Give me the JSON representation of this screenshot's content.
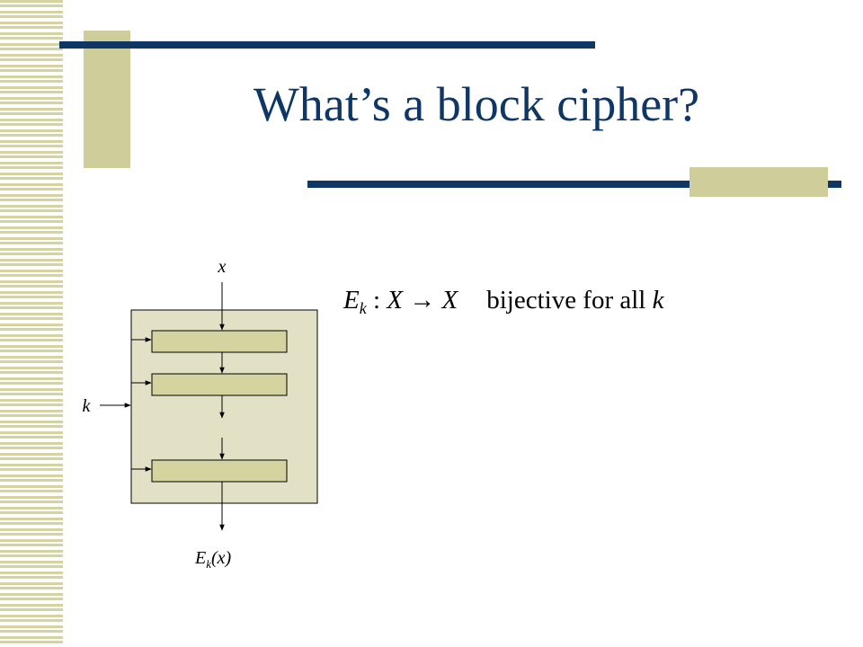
{
  "slide": {
    "title": "What’s a block cipher?"
  },
  "diagram": {
    "input_label": "x",
    "key_label": "k",
    "output_label_main": "E",
    "output_label_sub": "k",
    "output_label_arg": "(x)"
  },
  "formula": {
    "e": "E",
    "e_sub": "k",
    "colon": " : ",
    "domain": "X",
    "arrow": " → ",
    "codomain": "X",
    "text": "bijective for all ",
    "var": "k"
  },
  "colors": {
    "navy": "#0e3765",
    "olive": "#cfcd99",
    "cipher_box": "#e3e1c5",
    "round_box": "#d5d4a0"
  }
}
